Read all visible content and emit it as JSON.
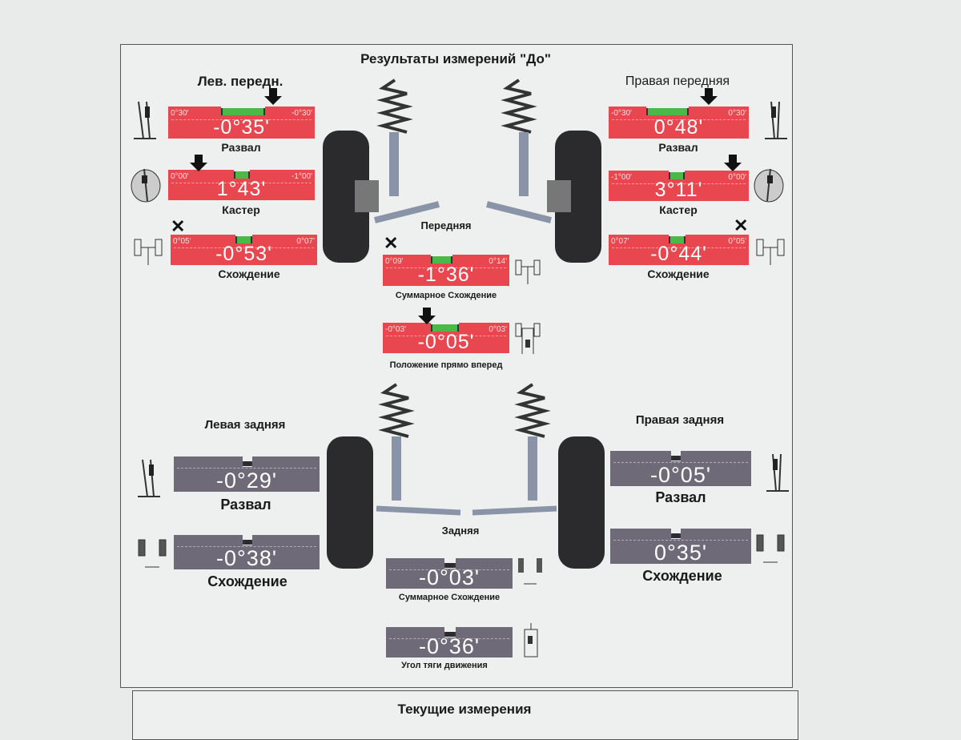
{
  "title": "Результаты измерений \"До\"",
  "front": {
    "axle_label": "Передняя",
    "left": {
      "title": "Лев. передн.",
      "camber": {
        "label": "Развал",
        "min": "0°30'",
        "max": "-0°30'",
        "value": "-0°35'",
        "status": "arrow"
      },
      "caster": {
        "label": "Кастер",
        "min": "0°00'",
        "max": "-1°00'",
        "value": "1°43'",
        "status": "arrow"
      },
      "toe": {
        "label": "Схождение",
        "min": "0°05'",
        "max": "0°07'",
        "value": "-0°53'",
        "status": "x"
      }
    },
    "right": {
      "title": "Правая передняя",
      "camber": {
        "label": "Развал",
        "min": "-0°30'",
        "max": "0°30'",
        "value": "0°48'",
        "status": "arrow"
      },
      "caster": {
        "label": "Кастер",
        "min": "-1°00'",
        "max": "0°00'",
        "value": "3°11'",
        "status": "arrow"
      },
      "toe": {
        "label": "Схождение",
        "min": "0°07'",
        "max": "0°05'",
        "value": "-0°44'",
        "status": "x"
      }
    },
    "total_toe": {
      "label": "Суммарное Схождение",
      "min": "0°09'",
      "max": "0°14'",
      "value": "-1°36'",
      "status": "x"
    },
    "straight_ahead": {
      "label": "Положение прямо вперед",
      "min": "-0°03'",
      "max": "0°03'",
      "value": "-0°05'",
      "status": "arrow"
    }
  },
  "rear": {
    "axle_label": "Задняя",
    "left": {
      "title": "Левая задняя",
      "camber": {
        "label": "Развал",
        "value": "-0°29'"
      },
      "toe": {
        "label": "Схождение",
        "value": "-0°38'"
      }
    },
    "right": {
      "title": "Правая задняя",
      "camber": {
        "label": "Развал",
        "value": "-0°05'"
      },
      "toe": {
        "label": "Схождение",
        "value": "0°35'"
      }
    },
    "total_toe": {
      "label": "Суммарное Схождение",
      "value": "-0°03'"
    },
    "thrust_angle": {
      "label": "Угол тяги движения",
      "value": "-0°36'"
    }
  },
  "current_title": "Текущие измерения",
  "colors": {
    "out_of_range": "#e8474f",
    "in_range": "#4cb848",
    "no_spec": "#6e6a78"
  }
}
